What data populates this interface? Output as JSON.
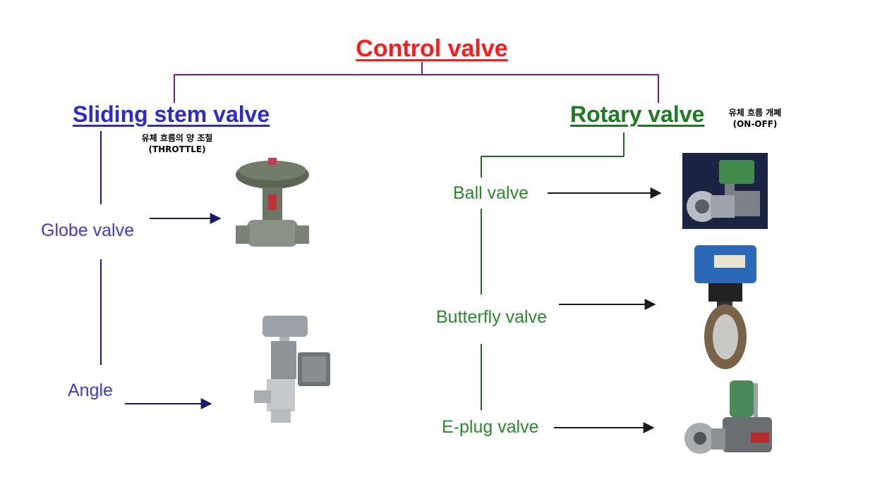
{
  "title": "Control valve",
  "colors": {
    "title": "#ff1a1a",
    "sliding": "#2b2bd6",
    "rotary": "#1e7a1e",
    "connector": "#7a1a7a",
    "left_line": "#1a1a8c",
    "right_line": "#1e6b1e",
    "arrow": "#1a1a6e"
  },
  "sliding": {
    "heading": "Sliding stem valve",
    "note_line1": "유체 흐름의 양 조절",
    "note_line2": "(THROTTLE)",
    "items": [
      {
        "label": "Globe valve",
        "image": "globe-valve-icon"
      },
      {
        "label": "Angle",
        "image": "angle-valve-icon"
      }
    ]
  },
  "rotary": {
    "heading": "Rotary valve",
    "note_line1": "유체 흐름 개폐",
    "note_line2": "(ON-OFF)",
    "items": [
      {
        "label": "Ball valve",
        "image": "ball-valve-icon"
      },
      {
        "label": "Butterfly valve",
        "image": "butterfly-valve-icon"
      },
      {
        "label": "E-plug valve",
        "image": "e-plug-valve-icon"
      }
    ]
  }
}
